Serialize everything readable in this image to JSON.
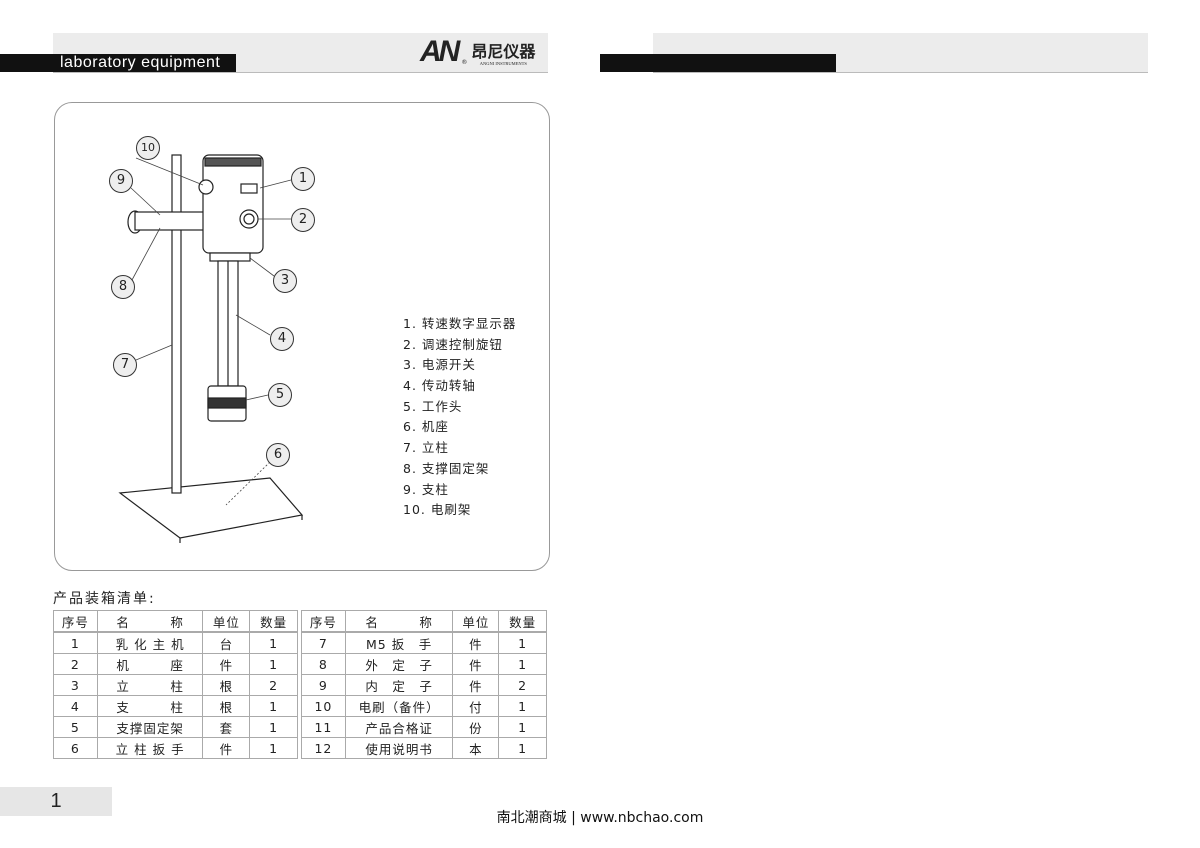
{
  "header": {
    "left_title": "laboratory  equipment",
    "brand_logo": "AN",
    "brand_cn": "昂尼仪器",
    "brand_en": "ANGNI INSTRUMENTS",
    "brand_reg": "®"
  },
  "diagram": {
    "callouts": [
      "1",
      "2",
      "3",
      "4",
      "5",
      "6",
      "7",
      "8",
      "9",
      "10"
    ]
  },
  "legend": [
    "1. 转速数字显示器",
    "2. 调速控制旋钮",
    "3. 电源开关",
    "4. 传动转轴",
    "5. 工作头",
    "6. 机座",
    "7. 立柱",
    "8. 支撑固定架",
    "9. 支柱",
    "10. 电刷架"
  ],
  "packing": {
    "title": "产品装箱清单:",
    "headers": [
      "序号",
      "名　　　称",
      "单位",
      "数量"
    ],
    "left_rows": [
      [
        "1",
        "乳 化 主 机",
        "台",
        "1"
      ],
      [
        "2",
        "机　　　座",
        "件",
        "1"
      ],
      [
        "3",
        "立　　　柱",
        "根",
        "2"
      ],
      [
        "4",
        "支　　　柱",
        "根",
        "1"
      ],
      [
        "5",
        "支撑固定架",
        "套",
        "1"
      ],
      [
        "6",
        "立 柱 扳 手",
        "件",
        "1"
      ]
    ],
    "right_rows": [
      [
        "7",
        "M5 扳　手",
        "件",
        "1"
      ],
      [
        "8",
        "外　定　子",
        "件",
        "1"
      ],
      [
        "9",
        "内　定　子",
        "件",
        "2"
      ],
      [
        "10",
        "电刷（备件）",
        "付",
        "1"
      ],
      [
        "11",
        "产品合格证",
        "份",
        "1"
      ],
      [
        "12",
        "使用说明书",
        "本",
        "1"
      ]
    ]
  },
  "page_number": "1",
  "footer": "南北潮商城 | www.nbchao.com"
}
